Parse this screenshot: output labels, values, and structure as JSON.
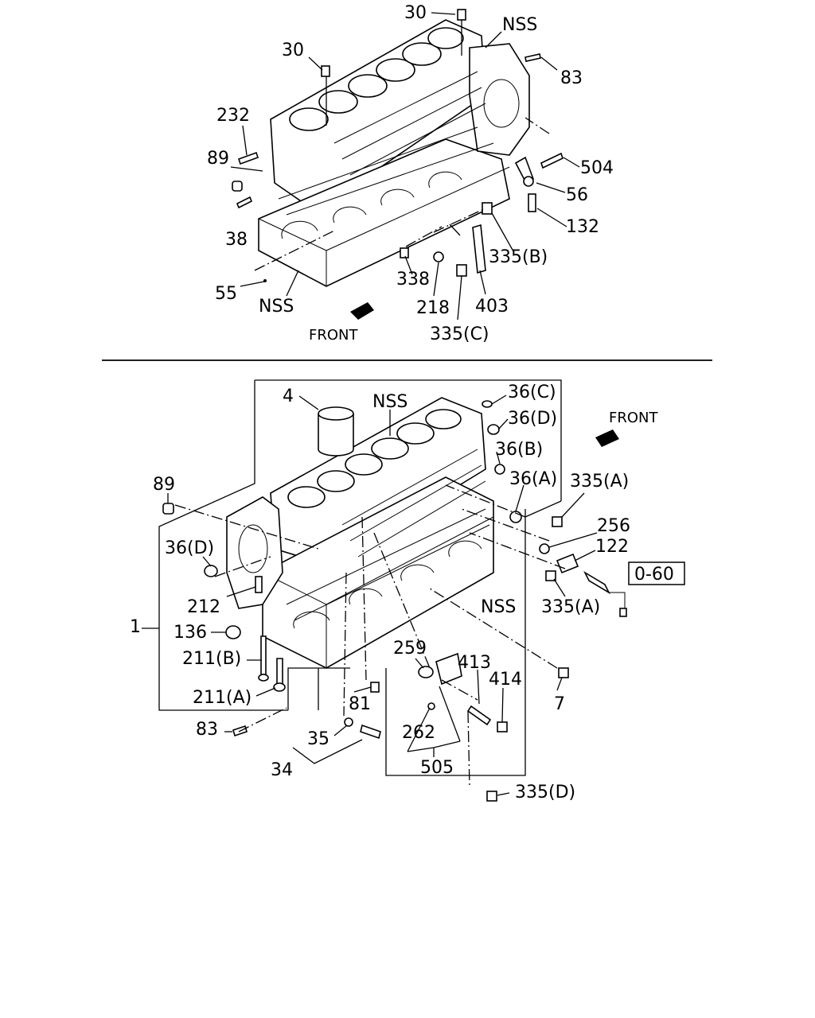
{
  "top_section": {
    "front_label": "FRONT",
    "callouts": {
      "c30a": "30",
      "c30b": "30",
      "c83": "83",
      "nss_top": "NSS",
      "c232": "232",
      "c89": "89",
      "c504": "504",
      "c56": "56",
      "c38": "38",
      "c132": "132",
      "c335b": "335(B)",
      "c338": "338",
      "c55": "55",
      "nss_bottom": "NSS",
      "c218": "218",
      "c403": "403",
      "c335c": "335(C)"
    }
  },
  "bottom_section": {
    "front_label": "FRONT",
    "ref_box": "0-60",
    "callouts": {
      "c4": "4",
      "nss_a": "NSS",
      "c36c": "36(C)",
      "c36d_top": "36(D)",
      "c36b": "36(B)",
      "c36a": "36(A)",
      "c335a_top": "335(A)",
      "c256": "256",
      "c122": "122",
      "c335a_bot": "335(A)",
      "nss_b": "NSS",
      "c89": "89",
      "c36d_left": "36(D)",
      "c212": "212",
      "c1": "1",
      "c136": "136",
      "c211b": "211(B)",
      "c211a": "211(A)",
      "c83": "83",
      "c81": "81",
      "c259": "259",
      "c413": "413",
      "c414": "414",
      "c7": "7",
      "c35": "35",
      "c262": "262",
      "c505": "505",
      "c34": "34",
      "c335d": "335(D)"
    }
  }
}
